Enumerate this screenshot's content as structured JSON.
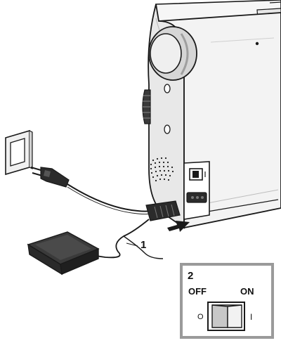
{
  "callouts": {
    "one": "1",
    "two": "2"
  },
  "switch_inset": {
    "off_label": "OFF",
    "on_label": "ON",
    "off_symbol": "O",
    "on_symbol": "I"
  },
  "icons": {
    "machine": "sewing-machine",
    "outlet": "wall-outlet",
    "plug": "power-plug",
    "pedal": "foot-pedal",
    "arrow": "insert-arrow",
    "switch": "rocker-switch"
  },
  "colors": {
    "line": "#1a1a1a",
    "machine_body": "#f3f3f3",
    "machine_shade": "#d9d9d9",
    "dark_part": "#2b2b2b",
    "inset_border": "#9a9a9a"
  }
}
